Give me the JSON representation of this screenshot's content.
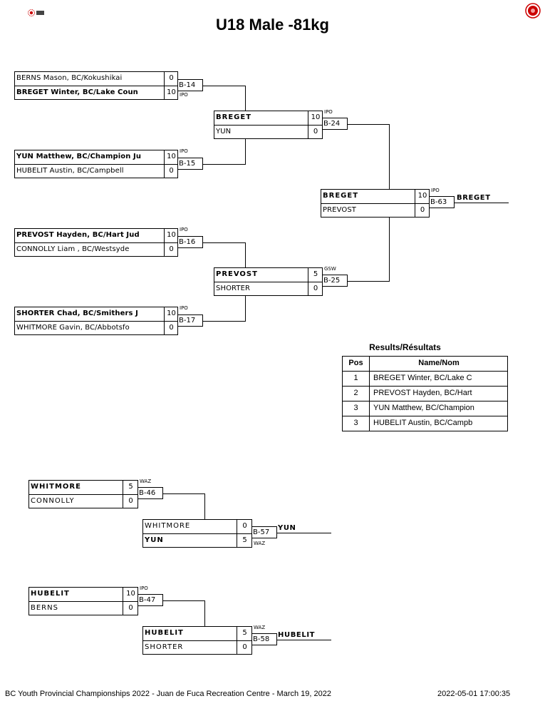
{
  "title": "U18 Male -81kg",
  "pools": [
    {
      "id": "b14",
      "players": [
        {
          "name": "BERNS Mason, BC/Kokushikai",
          "score": "0",
          "win": false
        },
        {
          "name": "BREGET Winter, BC/Lake Coun",
          "score": "10",
          "win": true
        }
      ],
      "code": "B-14",
      "mark": "IPO"
    },
    {
      "id": "b15",
      "players": [
        {
          "name": "YUN Matthew, BC/Champion Ju",
          "score": "10",
          "win": true
        },
        {
          "name": "HUBELIT Austin, BC/Campbell",
          "score": "0",
          "win": false
        }
      ],
      "code": "B-15",
      "mark": "IPO"
    },
    {
      "id": "b16",
      "players": [
        {
          "name": "PREVOST Hayden, BC/Hart Jud",
          "score": "10",
          "win": true
        },
        {
          "name": "CONNOLLY Liam , BC/Westsyde",
          "score": "0",
          "win": false
        }
      ],
      "code": "B-16",
      "mark": "IPO"
    },
    {
      "id": "b17",
      "players": [
        {
          "name": "SHORTER Chad, BC/Smithers J",
          "score": "10",
          "win": true
        },
        {
          "name": "WHITMORE Gavin, BC/Abbotsfo",
          "score": "0",
          "win": false
        }
      ],
      "code": "B-17",
      "mark": "IPO"
    },
    {
      "id": "b24",
      "players": [
        {
          "name": "BREGET",
          "score": "10",
          "win": true
        },
        {
          "name": "YUN",
          "score": "0",
          "win": false
        }
      ],
      "code": "B-24",
      "mark": "IPO"
    },
    {
      "id": "b25",
      "players": [
        {
          "name": "PREVOST",
          "score": "5",
          "win": true
        },
        {
          "name": "SHORTER",
          "score": "0",
          "win": false
        }
      ],
      "code": "B-25",
      "mark": "GSW"
    },
    {
      "id": "b63",
      "players": [
        {
          "name": "BREGET",
          "score": "10",
          "win": true
        },
        {
          "name": "PREVOST",
          "score": "0",
          "win": false
        }
      ],
      "code": "B-63",
      "mark": "IPO",
      "winner": "BREGET"
    },
    {
      "id": "b46",
      "players": [
        {
          "name": "WHITMORE",
          "score": "5",
          "win": true
        },
        {
          "name": "CONNOLLY",
          "score": "0",
          "win": false
        }
      ],
      "code": "B-46",
      "mark": "WAZ"
    },
    {
      "id": "b57",
      "players": [
        {
          "name": "WHITMORE",
          "score": "0",
          "win": false
        },
        {
          "name": "YUN",
          "score": "5",
          "win": true
        }
      ],
      "code": "B-57",
      "mark": "WAZ",
      "winner": "YUN"
    },
    {
      "id": "b47",
      "players": [
        {
          "name": "HUBELIT",
          "score": "10",
          "win": true
        },
        {
          "name": "BERNS",
          "score": "0",
          "win": false
        }
      ],
      "code": "B-47",
      "mark": "IPO"
    },
    {
      "id": "b58",
      "players": [
        {
          "name": "HUBELIT",
          "score": "5",
          "win": true
        },
        {
          "name": "SHORTER",
          "score": "0",
          "win": false
        }
      ],
      "code": "B-58",
      "mark": "WAZ",
      "winner": "HUBELIT"
    }
  ],
  "results": {
    "title": "Results/Résultats",
    "header": {
      "pos": "Pos",
      "name": "Name/Nom"
    },
    "rows": [
      {
        "pos": "1",
        "name": "BREGET Winter, BC/Lake C"
      },
      {
        "pos": "2",
        "name": "PREVOST Hayden, BC/Hart"
      },
      {
        "pos": "3",
        "name": "YUN Matthew, BC/Champion"
      },
      {
        "pos": "3",
        "name": "HUBELIT Austin, BC/Campb"
      }
    ]
  },
  "footer": {
    "left": "BC Youth Provincial Championships 2022 - Juan de Fuca Recreation Centre - March 19, 2022",
    "right": "2022-05-01 17:00:35"
  },
  "logos": {
    "left": "judo-logo-icon",
    "right": "bc-judo-seal-icon",
    "accent": "#cc0000"
  }
}
